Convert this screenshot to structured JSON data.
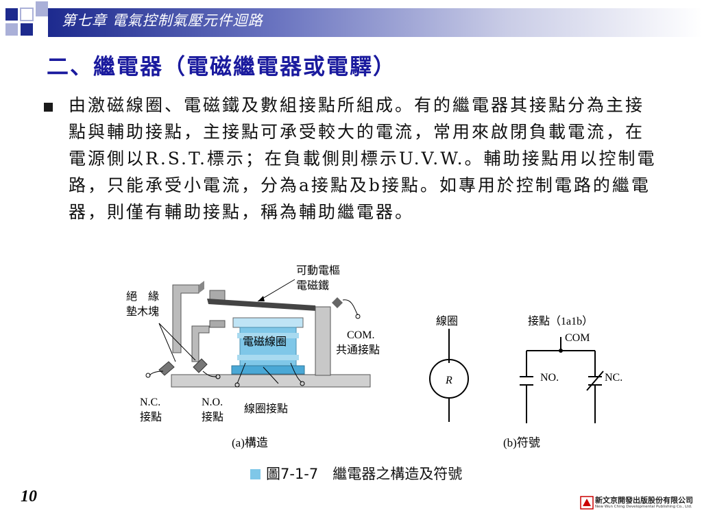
{
  "header": {
    "chapter": "第七章  電氣控制氣壓元件迴路"
  },
  "title": "二、繼電器（電磁繼電器或電驛）",
  "body": "由激磁線圈、電磁鐵及數組接點所組成。有的繼電器其接點分為主接點與輔助接點，主接點可承受較大的電流，常用來啟閉負載電流，在電源側以R.S.T.標示；在負載側則標示U.V.W.。輔助接點用以控制電路，只能承受小電流，分為a接點及b接點。如專用於控制電路的繼電器，則僅有輔助接點，稱為輔助繼電器。",
  "figure": {
    "labels": {
      "movable_armature": "可動電樞",
      "electromagnet": "電磁鐵",
      "insulation_1": "絕　緣",
      "insulation_2": "墊木塊",
      "coil": "電磁線圈",
      "com": "COM.",
      "common_contact": "共通接點",
      "nc_1": "N.C.",
      "nc_2": "接點",
      "no_1": "N.O.",
      "no_2": "接點",
      "coil_contact": "線圈接點",
      "sub_a": "(a)構造",
      "sym_coil": "線圈",
      "sym_contact": "接點（1a1b）",
      "sym_com": "COM",
      "sym_no": "NO.",
      "sym_nc": "NC.",
      "sym_r": "R",
      "sub_b": "(b)符號"
    },
    "caption": "圖7-1-7　繼電器之構造及符號"
  },
  "page_number": "10",
  "publisher": {
    "name": "新文京開發出版股份有限公司",
    "english": "New Wun Ching Developmental Publishing Co., Ltd."
  },
  "colors": {
    "header_dark": "#1d2a8e",
    "title": "#1a1a9e",
    "coil_blue": "#7fc7e8"
  }
}
